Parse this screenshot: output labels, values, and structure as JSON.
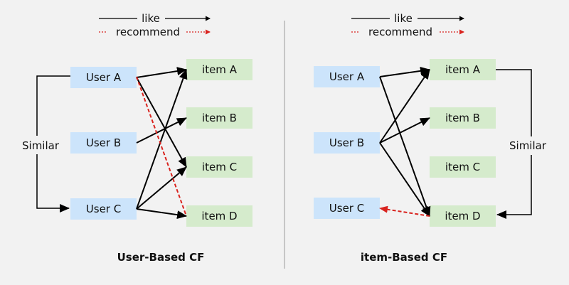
{
  "colors": {
    "background": "#f2f2f2",
    "user_box": "#cce4fb",
    "item_box": "#d5ebcc",
    "like_arrow": "#000000",
    "recommend_arrow": "#d9231e",
    "divider": "#999999"
  },
  "legend": {
    "like_label": "like",
    "recommend_label": "recommend"
  },
  "panels": [
    {
      "id": "user-based",
      "title": "User-Based CF",
      "similar_label": "Similar",
      "similar_between": [
        "User A",
        "User C"
      ],
      "users": [
        "User A",
        "User B",
        "User C"
      ],
      "items": [
        "item A",
        "item B",
        "item C",
        "item D"
      ],
      "likes": [
        {
          "from": "User A",
          "to": "item A"
        },
        {
          "from": "User A",
          "to": "item C"
        },
        {
          "from": "User B",
          "to": "item B"
        },
        {
          "from": "User C",
          "to": "item A"
        },
        {
          "from": "User C",
          "to": "item C"
        },
        {
          "from": "User C",
          "to": "item D"
        }
      ],
      "recommends": [
        {
          "from": "User A",
          "to": "item D"
        }
      ]
    },
    {
      "id": "item-based",
      "title": "item-Based CF",
      "similar_label": "Similar",
      "similar_between": [
        "item A",
        "item D"
      ],
      "users": [
        "User A",
        "User B",
        "User C"
      ],
      "items": [
        "item A",
        "item B",
        "item C",
        "item D"
      ],
      "likes": [
        {
          "from": "User A",
          "to": "item A"
        },
        {
          "from": "User A",
          "to": "item D"
        },
        {
          "from": "User B",
          "to": "item A"
        },
        {
          "from": "User B",
          "to": "item B"
        },
        {
          "from": "User B",
          "to": "item D"
        }
      ],
      "recommends": [
        {
          "from": "item D",
          "to": "User C"
        }
      ]
    }
  ]
}
